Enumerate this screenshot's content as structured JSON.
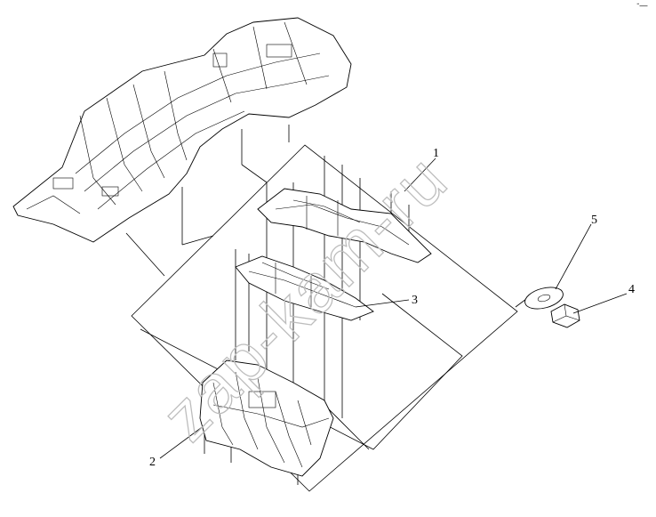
{
  "watermark": "zap-kam-ru",
  "corner_mark": "ᐨ—",
  "callouts": [
    {
      "id": "callout-1",
      "label": "1"
    },
    {
      "id": "callout-2",
      "label": "2"
    },
    {
      "id": "callout-3",
      "label": "3"
    },
    {
      "id": "callout-4",
      "label": "4"
    },
    {
      "id": "callout-5",
      "label": "5"
    }
  ],
  "colors": {
    "line": "#000000",
    "watermark": "#bdbdbd",
    "background": "#ffffff"
  }
}
